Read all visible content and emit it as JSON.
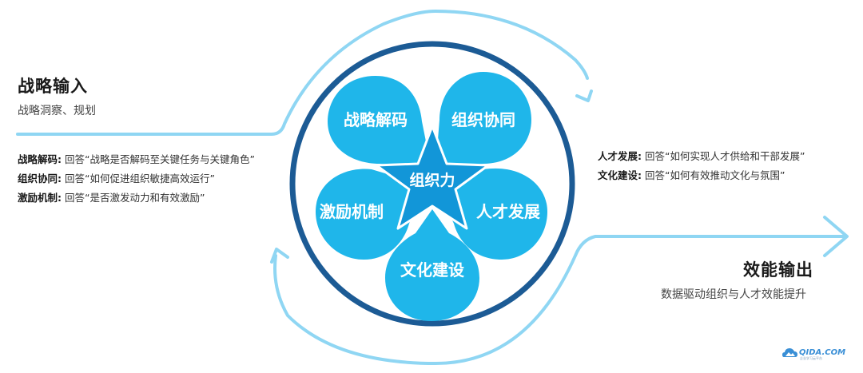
{
  "input": {
    "title": "战略输入",
    "subtitle": "战略洞察、规划",
    "items": [
      {
        "label": "战略解码:",
        "text": "回答“战略是否解码至关键任务与关键角色”"
      },
      {
        "label": "组织协同:",
        "text": "回答“如何促进组织敏捷高效运行”"
      },
      {
        "label": "激励机制:",
        "text": "回答“是否激发动力和有效激励”"
      }
    ]
  },
  "output": {
    "title": "效能输出",
    "subtitle": "数据驱动组织与人才效能提升",
    "items": [
      {
        "label": "人才发展:",
        "text": "回答“如何实现人才供给和干部发展”"
      },
      {
        "label": "文化建设:",
        "text": "回答“如何有效推动文化与氛围”"
      }
    ]
  },
  "center": {
    "label": "组织力"
  },
  "petals": [
    {
      "label": "战略解码"
    },
    {
      "label": "组织协同"
    },
    {
      "label": "人才发展"
    },
    {
      "label": "文化建设"
    },
    {
      "label": "激励机制"
    }
  ],
  "logo": {
    "text": "QIDA.COM",
    "tagline": "企业学习云平台"
  },
  "colors": {
    "petal": "#1fb6ea",
    "star": "#1296d8",
    "ring": "#1c5b95",
    "flow": "#8fd6f3"
  }
}
